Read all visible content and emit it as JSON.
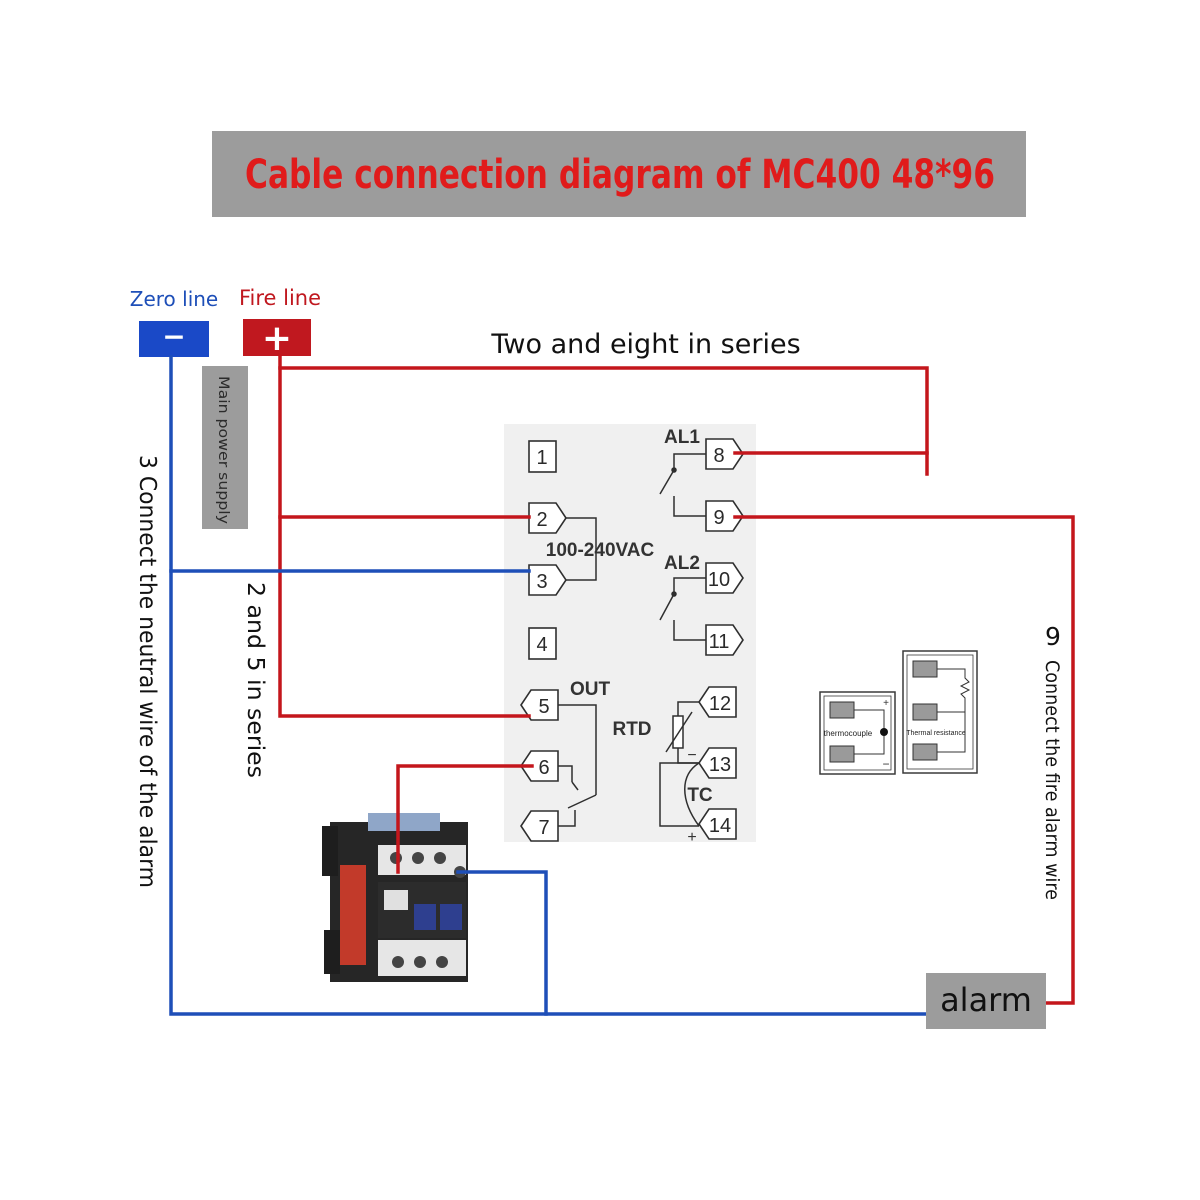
{
  "title": "Cable connection diagram of MC400 48*96",
  "power": {
    "zero_line_label": "Zero line",
    "fire_line_label": "Fire line",
    "minus_symbol": "−",
    "plus_symbol": "+",
    "main_power_label": "Main power supply"
  },
  "annotations": {
    "series_2_8": "Two and eight in series",
    "series_2_5": "2 and 5 in series",
    "neutral_alarm": "3 Connect the neutral wire of the alarm",
    "fire_alarm_number": "9",
    "fire_alarm_wire": "Connect the fire alarm wire"
  },
  "controller": {
    "terminals_left": [
      "1",
      "2",
      "3",
      "4",
      "5",
      "6",
      "7"
    ],
    "terminals_right": [
      "8",
      "9",
      "10",
      "11",
      "12",
      "13",
      "14"
    ],
    "supply_label": "100-240VAC",
    "al1_label": "AL1",
    "al2_label": "AL2",
    "out_label": "OUT",
    "rtd_label": "RTD",
    "tc_label": "TC",
    "tc_minus": "−",
    "tc_plus": "+"
  },
  "sensors": {
    "thermocouple_label": "thermocouple",
    "thermal_resistance_label": "Thermal resistance",
    "plus": "+",
    "minus": "−"
  },
  "alarm_label": "alarm",
  "colors": {
    "fire_wire": "#c4161c",
    "zero_wire": "#1e4fb8",
    "title_text": "#e01b1b",
    "title_bg": "#9c9c9c",
    "label_bg": "#9c9c9c",
    "zero_button": "#1a49c7",
    "fire_button": "#c0181f"
  }
}
